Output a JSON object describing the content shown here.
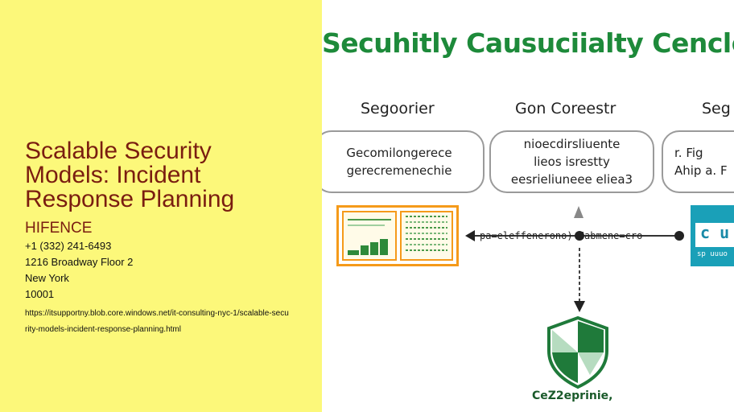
{
  "page": {
    "title": "Scalable Security Models: Incident Response Planning",
    "company": "HIFENCE",
    "phone": "+1 (332) 241-6493",
    "address_line": "1216 Broadway Floor 2",
    "city": "New York",
    "zip": "10001",
    "url": "https://itsupportny.blob.core.windows.net/it-consulting-nyc-1/scalable-security-models-incident-response-planning.html"
  },
  "diagram": {
    "title": "Secuhitly Causuciialty Cencle",
    "columns": [
      {
        "heading": "Segoorier",
        "lines": [
          "Gecomilongerece",
          "gerecremenechie"
        ]
      },
      {
        "heading": "Gon Coreestr",
        "lines": [
          "nioecdirsliuente",
          "lieos isrestty",
          "eesrieliuneee eliea3"
        ]
      },
      {
        "heading": "Seg",
        "lines": [
          "r. Fig",
          "Ahip a. F"
        ]
      }
    ],
    "flow_label": "pa=eleffenerono) Cabmene=cro",
    "right_box_text": "c u",
    "right_box_subtext": "sp uuuo",
    "badge_label": "CeZ2eprinie,",
    "colors": {
      "left_background": "#fcf87a",
      "title_red": "#7a1d10",
      "diagram_green": "#1d8a3a",
      "orange_box": "#f59a1a",
      "teal_box": "#1aa0b8",
      "shield_green": "#1f7a3a"
    },
    "icons": [
      "dashboard-thumbnail-icon",
      "shield-icon",
      "arrow-up-icon",
      "arrow-down-icon"
    ]
  }
}
